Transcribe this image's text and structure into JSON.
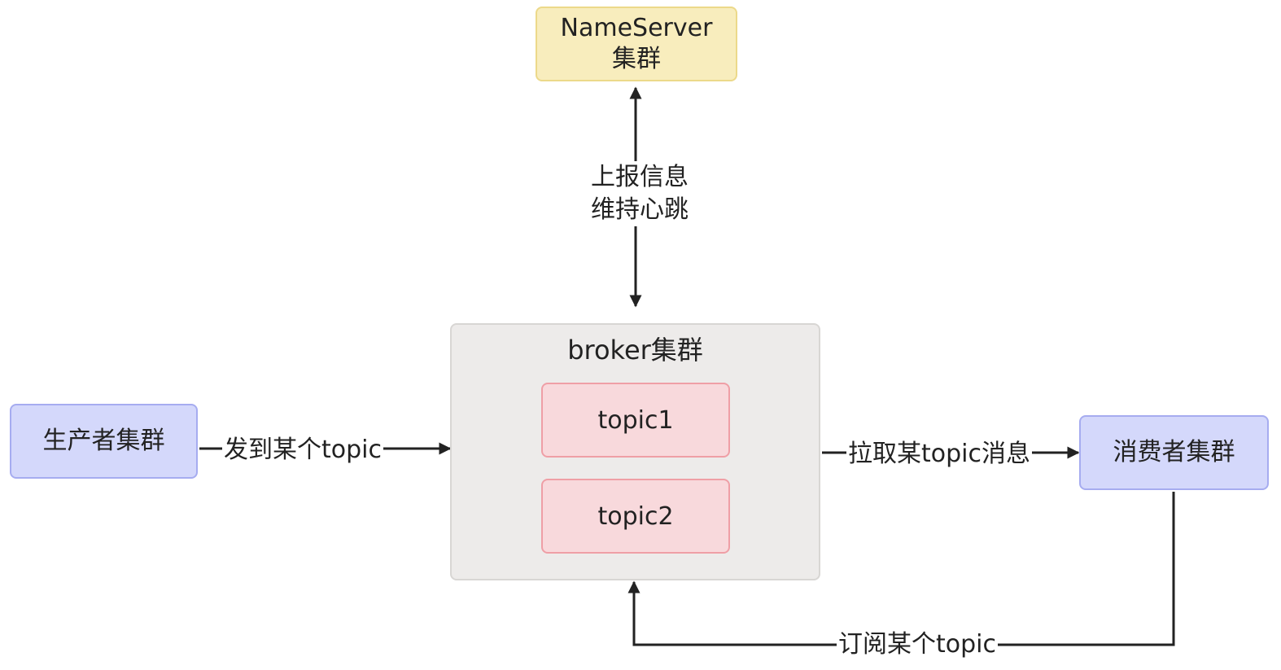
{
  "nodes": {
    "nameserver": "NameServer\n集群",
    "broker": "broker集群",
    "topic1": "topic1",
    "topic2": "topic2",
    "producer": "生产者集群",
    "consumer": "消费者集群"
  },
  "edges": {
    "report": "上报信息\n维持心跳",
    "send": "发到某个topic",
    "pull": "拉取某topic消息",
    "subscribe": "订阅某个topic"
  },
  "colors": {
    "nameserver_fill": "#f8edbd",
    "cluster_fill": "#d4d8fb",
    "broker_fill": "#edebea",
    "topic_fill": "#f8d9dc",
    "line": "#222222"
  }
}
